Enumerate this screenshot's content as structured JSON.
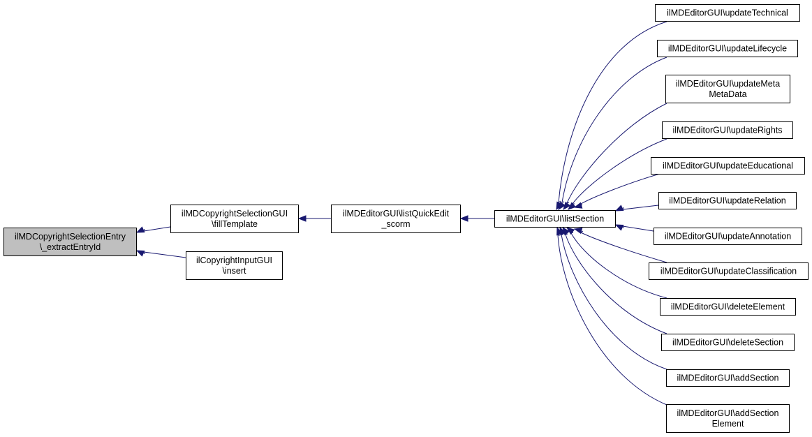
{
  "diagram": {
    "nodes": {
      "extract": {
        "lines": [
          "ilMDCopyrightSelectionEntry",
          "\\_extractEntryId"
        ],
        "focus": true
      },
      "fill": {
        "lines": [
          "ilMDCopyrightSelectionGUI",
          "\\fillTemplate"
        ]
      },
      "insert": {
        "lines": [
          "ilCopyrightInputGUI",
          "\\insert"
        ]
      },
      "quick": {
        "lines": [
          "ilMDEditorGUI\\listQuickEdit",
          "_scorm"
        ]
      },
      "listsec": {
        "lines": [
          "ilMDEditorGUI\\listSection"
        ]
      },
      "tech": {
        "lines": [
          "ilMDEditorGUI\\updateTechnical"
        ]
      },
      "life": {
        "lines": [
          "ilMDEditorGUI\\updateLifecycle"
        ]
      },
      "meta": {
        "lines": [
          "ilMDEditorGUI\\updateMeta",
          "MetaData"
        ]
      },
      "rights": {
        "lines": [
          "ilMDEditorGUI\\updateRights"
        ]
      },
      "edu": {
        "lines": [
          "ilMDEditorGUI\\updateEducational"
        ]
      },
      "rel": {
        "lines": [
          "ilMDEditorGUI\\updateRelation"
        ]
      },
      "anno": {
        "lines": [
          "ilMDEditorGUI\\updateAnnotation"
        ]
      },
      "class": {
        "lines": [
          "ilMDEditorGUI\\updateClassification"
        ]
      },
      "delel": {
        "lines": [
          "ilMDEditorGUI\\deleteElement"
        ]
      },
      "delsec": {
        "lines": [
          "ilMDEditorGUI\\deleteSection"
        ]
      },
      "addsec": {
        "lines": [
          "ilMDEditorGUI\\addSection"
        ]
      },
      "addsecel": {
        "lines": [
          "ilMDEditorGUI\\addSection",
          "Element"
        ]
      }
    },
    "edges": [
      {
        "from": "fill",
        "to": "extract"
      },
      {
        "from": "insert",
        "to": "extract"
      },
      {
        "from": "quick",
        "to": "fill"
      },
      {
        "from": "listsec",
        "to": "quick"
      },
      {
        "from": "tech",
        "to": "listsec"
      },
      {
        "from": "life",
        "to": "listsec"
      },
      {
        "from": "meta",
        "to": "listsec"
      },
      {
        "from": "rights",
        "to": "listsec"
      },
      {
        "from": "edu",
        "to": "listsec"
      },
      {
        "from": "rel",
        "to": "listsec"
      },
      {
        "from": "anno",
        "to": "listsec"
      },
      {
        "from": "class",
        "to": "listsec"
      },
      {
        "from": "delel",
        "to": "listsec"
      },
      {
        "from": "delsec",
        "to": "listsec"
      },
      {
        "from": "addsec",
        "to": "listsec"
      },
      {
        "from": "addsecel",
        "to": "listsec"
      }
    ],
    "colors": {
      "edge": "#191970",
      "focus_fill": "#bfbfbf",
      "node_stroke": "#000000"
    }
  }
}
